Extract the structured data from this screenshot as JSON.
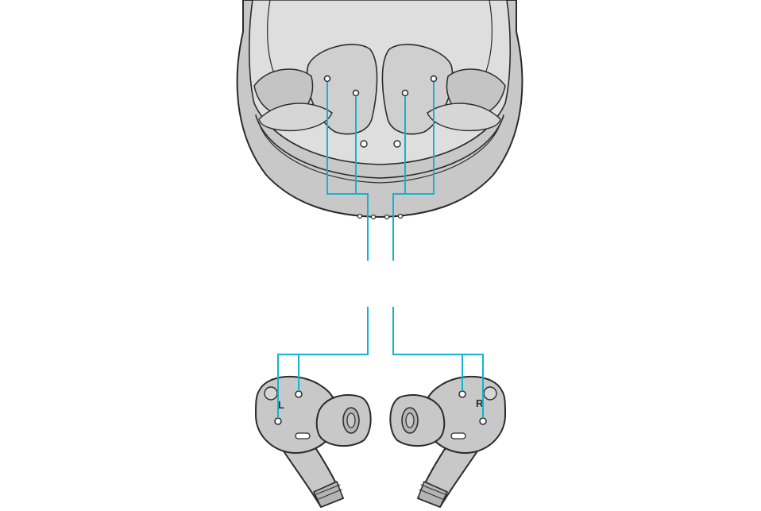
{
  "colors": {
    "background": "#ffffff",
    "device_fill": "#c8c8c8",
    "device_shade": "#b4b4b4",
    "device_light": "#dedede",
    "outline": "#2b2b2b",
    "connector": "#15b3d2"
  },
  "earbuds": {
    "left": {
      "side_label": "L",
      "icon": "left-earbud-icon"
    },
    "right": {
      "side_label": "R",
      "icon": "right-earbud-icon"
    }
  },
  "case": {
    "icon": "charging-case-icon",
    "indicator_leds": 4
  },
  "connectors": {
    "count": 2,
    "style": "broken-leader-lines"
  }
}
